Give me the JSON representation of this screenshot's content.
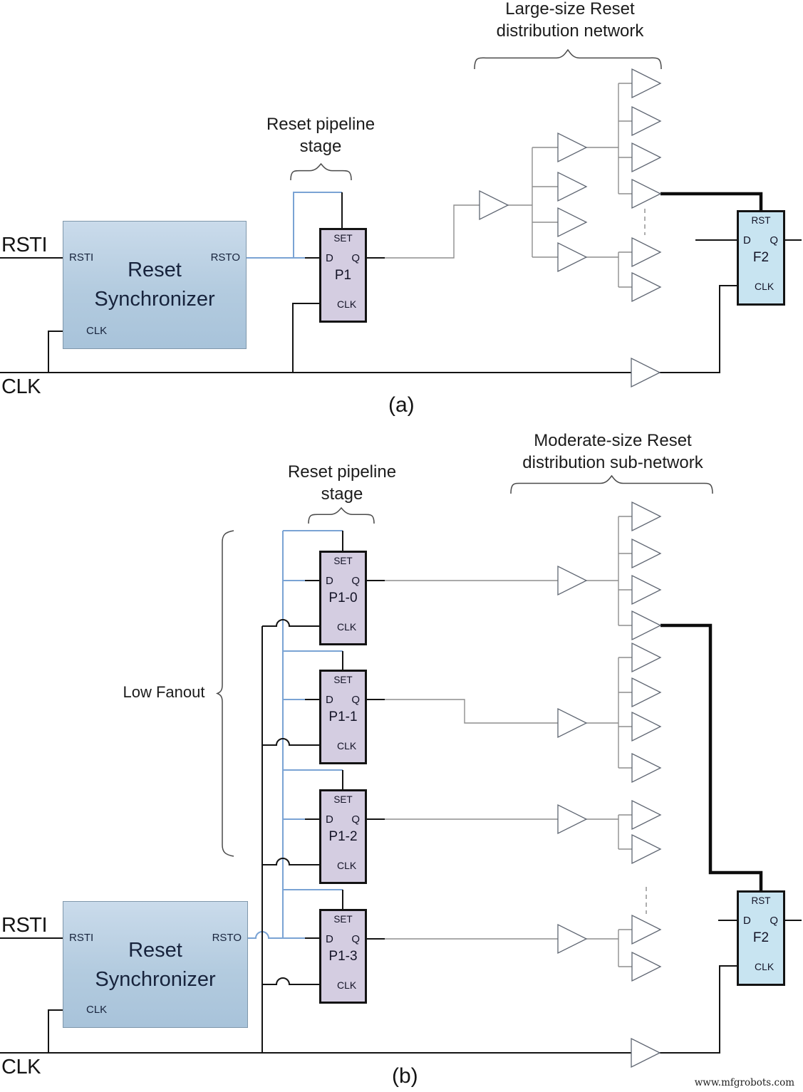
{
  "watermark": "www.mfgrobots.com",
  "diagram_a": {
    "caption": "(a)",
    "network_title_line1": "Large-size Reset",
    "network_title_line2": "distribution network",
    "pipeline_title_line1": "Reset pipeline",
    "pipeline_title_line2": "stage",
    "rail_rsti": "RSTI",
    "rail_clk": "CLK",
    "sync": {
      "title_line1": "Reset",
      "title_line2": "Synchronizer",
      "port_rsti": "RSTI",
      "port_rsto": "RSTO",
      "port_clk": "CLK"
    },
    "ff_p1": {
      "set": "SET",
      "d": "D",
      "q": "Q",
      "name": "P1",
      "clk": "CLK"
    },
    "ff_f2": {
      "rst": "RST",
      "d": "D",
      "q": "Q",
      "name": "F2",
      "clk": "CLK"
    }
  },
  "diagram_b": {
    "caption": "(b)",
    "network_title_line1": "Moderate-size Reset",
    "network_title_line2": "distribution sub-network",
    "pipeline_title_line1": "Reset pipeline",
    "pipeline_title_line2": "stage",
    "low_fanout_label": "Low Fanout",
    "rail_rsti": "RSTI",
    "rail_clk": "CLK",
    "sync": {
      "title_line1": "Reset",
      "title_line2": "Synchronizer",
      "port_rsti": "RSTI",
      "port_rsto": "RSTO",
      "port_clk": "CLK"
    },
    "ff_p1_0": {
      "set": "SET",
      "d": "D",
      "q": "Q",
      "name": "P1-0",
      "clk": "CLK"
    },
    "ff_p1_1": {
      "set": "SET",
      "d": "D",
      "q": "Q",
      "name": "P1-1",
      "clk": "CLK"
    },
    "ff_p1_2": {
      "set": "SET",
      "d": "D",
      "q": "Q",
      "name": "P1-2",
      "clk": "CLK"
    },
    "ff_p1_3": {
      "set": "SET",
      "d": "D",
      "q": "Q",
      "name": "P1-3",
      "clk": "CLK"
    },
    "ff_f2": {
      "rst": "RST",
      "d": "D",
      "q": "Q",
      "name": "F2",
      "clk": "CLK"
    }
  },
  "colors": {
    "synchronizer_fill": "#b3cbdf",
    "pipeline_ff_fill": "#d4cde1",
    "endpoint_ff_fill": "#c8e4f1",
    "reset_wire_blue": "#7aa3d4",
    "data_wire_gray": "#8e8e8e",
    "clock_wire_black": "#141414"
  }
}
